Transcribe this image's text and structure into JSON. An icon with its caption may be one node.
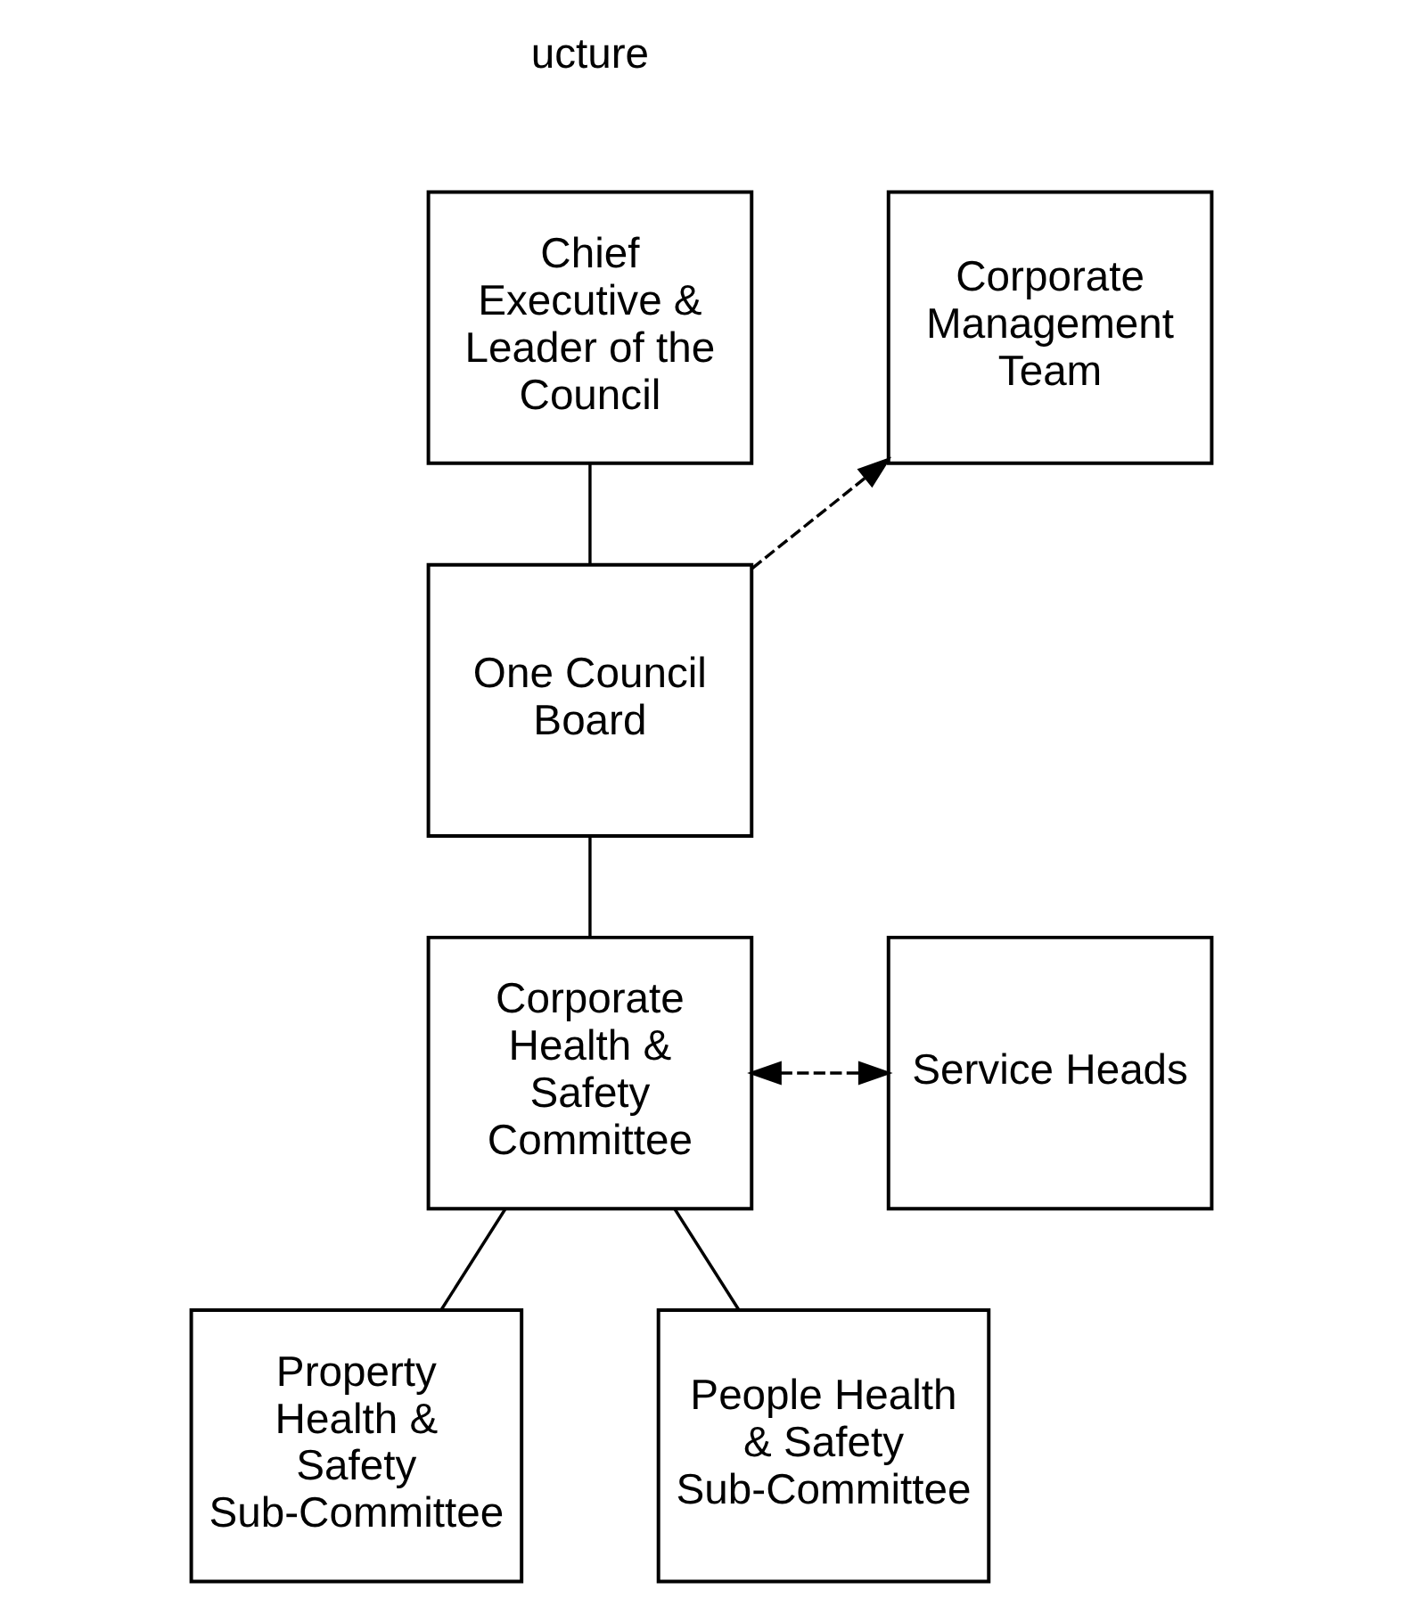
{
  "diagram": {
    "nodes": [
      {
        "text": [
          "Chief Executive & Leader of the Council"
        ]
      },
      {
        "text": [
          "Corporate Management Team"
        ]
      },
      {
        "text": [
          "One Council Board"
        ]
      },
      {
        "text": [
          "Corporate Health & Safety Committee"
        ]
      },
      {
        "text": [
          "Service Heads"
        ]
      },
      {
        "text": [
          "Property Health & Safety Sub-Committee"
        ]
      },
      {
        "text": [
          "People Health & Safety Sub-Committee"
        ]
      }
    ],
    "edges": [
      {
        "from": 0,
        "to": 2,
        "arrow": "none"
      },
      {
        "from": 2,
        "to": 1,
        "arrow": "to",
        "style": "dashed"
      },
      {
        "from": 2,
        "to": 3,
        "arrow": "none"
      },
      {
        "from": 3,
        "to": 4,
        "arrow": "both",
        "style": "dashed"
      },
      {
        "from": 3,
        "to": 5,
        "arrow": "none"
      },
      {
        "from": 3,
        "to": 6,
        "arrow": "none"
      }
    ],
    "labels": [
      "ucture"
    ]
  }
}
